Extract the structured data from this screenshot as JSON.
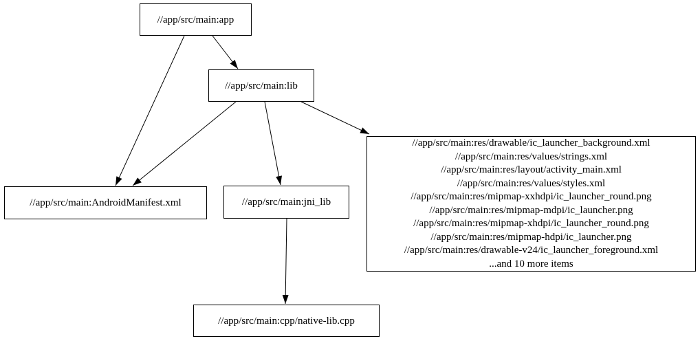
{
  "graph": {
    "background_color": "#ffffff",
    "node_border_color": "#000000",
    "node_fill_color": "#ffffff",
    "text_color": "#000000",
    "edge_color": "#000000",
    "nodes": {
      "app": {
        "label": "//app/src/main:app"
      },
      "lib": {
        "label": "//app/src/main:lib"
      },
      "android_manifest": {
        "label": "//app/src/main:AndroidManifest.xml"
      },
      "jni_lib": {
        "label": "//app/src/main:jni_lib"
      },
      "native_lib": {
        "label": "//app/src/main:cpp/native-lib.cpp"
      },
      "resources": {
        "lines": [
          "//app/src/main:res/drawable/ic_launcher_background.xml",
          "//app/src/main:res/values/strings.xml",
          "//app/src/main:res/layout/activity_main.xml",
          "//app/src/main:res/values/styles.xml",
          "//app/src/main:res/mipmap-xxhdpi/ic_launcher_round.png",
          "//app/src/main:res/mipmap-mdpi/ic_launcher.png",
          "//app/src/main:res/mipmap-xhdpi/ic_launcher_round.png",
          "//app/src/main:res/mipmap-hdpi/ic_launcher.png",
          "//app/src/main:res/drawable-v24/ic_launcher_foreground.xml",
          "...and 10 more items"
        ]
      }
    },
    "edges": [
      {
        "from": "app",
        "to": "lib"
      },
      {
        "from": "app",
        "to": "android_manifest"
      },
      {
        "from": "lib",
        "to": "android_manifest"
      },
      {
        "from": "lib",
        "to": "jni_lib"
      },
      {
        "from": "lib",
        "to": "resources"
      },
      {
        "from": "jni_lib",
        "to": "native_lib"
      }
    ]
  }
}
